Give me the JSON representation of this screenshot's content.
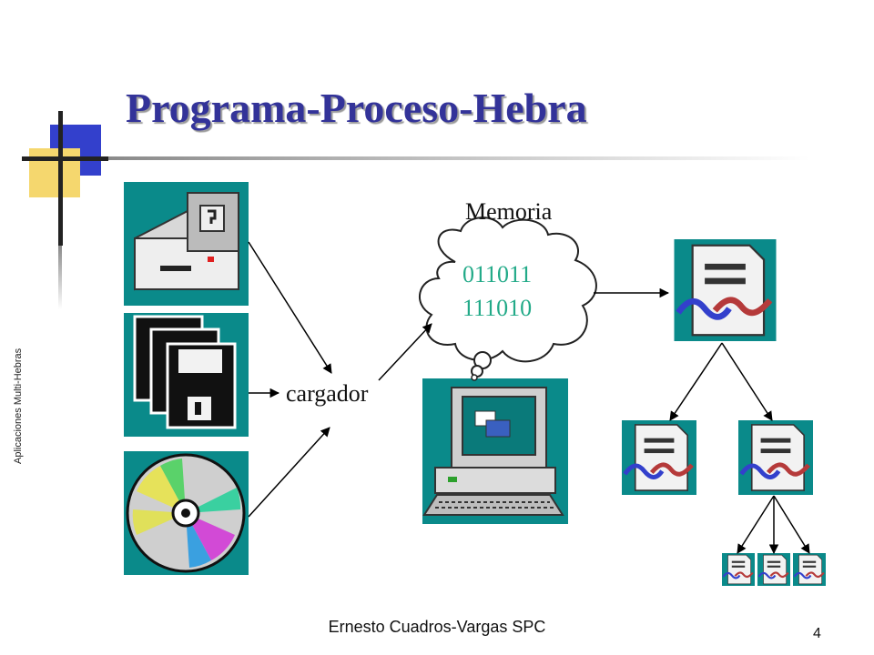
{
  "slide": {
    "title": "Programa-Proceso-Hebra",
    "side_label": "Aplicaciones Multi-Hebras",
    "footer_author": "Ernesto Cuadros-Vargas SPC",
    "page_number": "4"
  },
  "diagram": {
    "memory_label": "Memoria",
    "loader_label": "cargador",
    "memory_bits": [
      "011011",
      "111010"
    ],
    "colors": {
      "title": "#333399",
      "bits": "#22aa88",
      "icon_bg": "#0a8a8a",
      "accent_blue": "#3340cc",
      "accent_yellow": "#f5d76e"
    }
  }
}
